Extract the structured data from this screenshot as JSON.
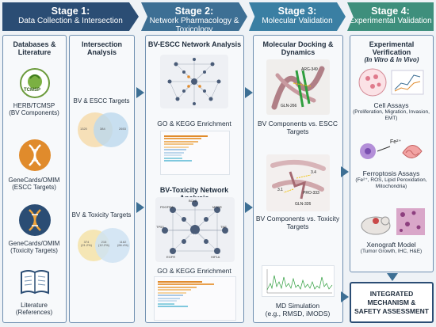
{
  "stages": [
    {
      "title": "Stage 1:",
      "subtitle": "Data Collection & Intersection"
    },
    {
      "title": "Stage 2:",
      "subtitle": "Network Pharmacology & Toxicology"
    },
    {
      "title": "Stage 3:",
      "subtitle": "Molecular Validation"
    },
    {
      "title": "Stage 4:",
      "subtitle": "Experimental Validation"
    }
  ],
  "databases": {
    "heading": "Databases & Literature",
    "tcmsp_logo_text": "TCMSP",
    "items": [
      {
        "name": "HERB/TCMSP",
        "detail": "(BV Components)"
      },
      {
        "name": "GeneCards/OMIM",
        "detail": "(ESCC Targets)"
      },
      {
        "name": "GeneCards/OMIM",
        "detail": "(Toxicity Targets)"
      },
      {
        "name": "Literature",
        "detail": "(References)"
      }
    ]
  },
  "intersection": {
    "heading": "Intersection Analysis",
    "venn1": {
      "label": "BV & ESCC Targets",
      "left": "1320",
      "mid": "384",
      "right": "2653"
    },
    "venn2": {
      "label": "BV & Toxicity Targets",
      "left": "374",
      "mid": "215",
      "right": "1162",
      "left_pct": "(21.2%)",
      "mid_pct": "(12.2%)",
      "right_pct": "(66.4%)"
    }
  },
  "stage2": {
    "escc_heading": "BV-ESCC Network Analysis",
    "escc_enrich": "GO & KEGG Enrichment",
    "tox_heading": "BV-Toxicity Network Analysis",
    "tox_enrich": "GO & KEGG Enrichment",
    "tox_nodes": [
      "BCL2",
      "PDGFRA",
      "MTOR",
      "TNF",
      "TP53",
      "AKT1",
      "EGFR",
      "HIF1A"
    ]
  },
  "stage3": {
    "heading": "Molecular Docking & Dynamics",
    "dock1_labels": [
      "ARG-349",
      "GLN-266"
    ],
    "dock1_caption": "BV Components vs. ESCC Targets",
    "dock2_labels": [
      "3.4",
      "3.1",
      "PRO-333",
      "GLN-326"
    ],
    "dock2_caption": "BV Components vs. Toxicity Targets",
    "md_title": "MD Simulation",
    "md_detail": "(e.g., RMSD, iMODS)"
  },
  "stage4": {
    "heading": "Experimental Verification",
    "heading_sub": "(In Vitro & In Vivo)",
    "cell": {
      "title": "Cell Assays",
      "detail": "(Proliferation, Migration, Invasion, EMT)"
    },
    "ferro": {
      "ion": "Fe²⁺",
      "title": "Ferroptosis Assays",
      "detail": "(Fe²⁺, ROS, Lipid Peroxidation, Mitochondria)"
    },
    "xeno": {
      "title": "Xenograft Model",
      "detail": "(Tumor Growth, IHC, H&E)"
    },
    "final": "INTEGRATED MECHANISM & SAFETY ASSESSMENT"
  },
  "colors": {
    "stage1": "#2b4d74",
    "stage2": "#3d6f94",
    "stage3": "#3a7fa3",
    "stage4": "#3e8f7c",
    "accent": "#e08b2c"
  }
}
